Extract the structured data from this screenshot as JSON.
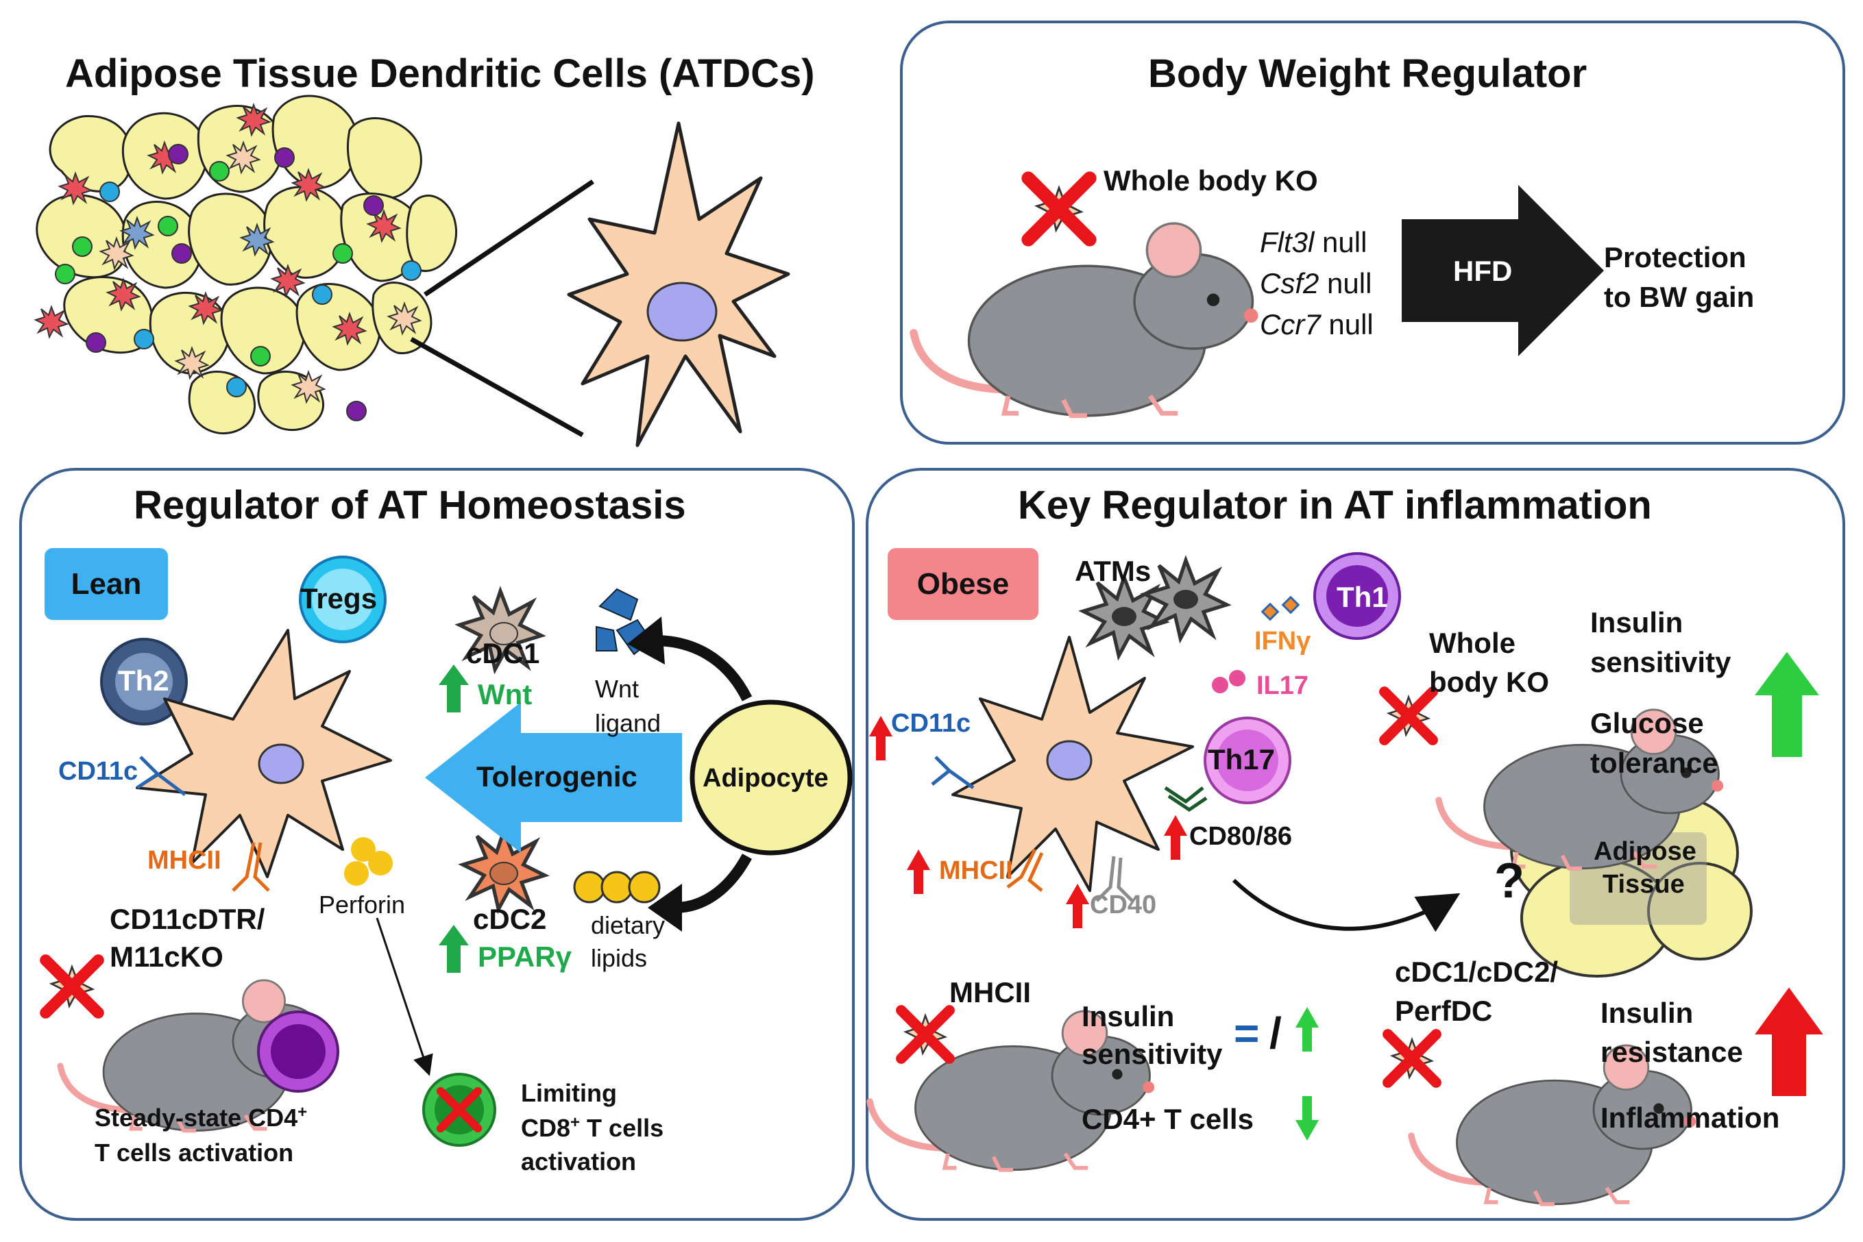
{
  "colors": {
    "dc_fill": "#fbd2ae",
    "adipocyte_fill": "#f6f2a3",
    "panel_border": "#3b5f8f",
    "green": "#1fa94a",
    "red": "#e8151b",
    "blue_label": "#1f5fb0",
    "orange_label": "#e36b18",
    "pink_label": "#e84d97",
    "gray_label": "#8c8c8c",
    "lean_badge": "#3fb1f0",
    "obese_badge": "#f4858a",
    "tolerogenic_arrow": "#3fb1f0"
  },
  "titles": {
    "atdc": "Adipose Tissue Dendritic Cells (ATDCs)",
    "body_weight": "Body Weight Regulator",
    "homeostasis": "Regulator of AT Homeostasis",
    "inflammation": "Key Regulator in AT inflammation"
  },
  "body_weight": {
    "whole_body_ko": "Whole body KO",
    "genes": [
      {
        "name": "Flt3l",
        "suffix": " null"
      },
      {
        "name": "Csf2",
        "suffix": " null"
      },
      {
        "name": "Ccr7",
        "suffix": " null"
      }
    ],
    "hfd": "HFD",
    "outcome_line1": "Protection",
    "outcome_line2": "to BW gain"
  },
  "homeostasis": {
    "badge": "Lean",
    "tregs": "Tregs",
    "th2": "Th2",
    "cdc1": "cDC1",
    "wnt": "Wnt",
    "wnt_ligand_1": "Wnt",
    "wnt_ligand_2": "ligand",
    "tolerogenic": "Tolerogenic",
    "adipocyte": "Adipocyte",
    "cd11c": "CD11c",
    "mhcii": "MHCII",
    "perforin": "Perforin",
    "cdc2": "cDC2",
    "ppar": "PPARγ",
    "dietary_1": "dietary",
    "dietary_2": "lipids",
    "model_1": "CD11cDTR/",
    "model_2": "M11cKO",
    "steady_1": "Steady-state CD4",
    "steady_sup": "+",
    "steady_2": "T cells activation",
    "limit_1": "Limiting",
    "limit_2a": "CD8",
    "limit_sup": "+",
    "limit_2b": " T cells",
    "limit_3": "activation"
  },
  "inflammation": {
    "badge": "Obese",
    "atms": "ATMs",
    "th1": "Th1",
    "ifn": "IFNγ",
    "il17": "IL17",
    "th17": "Th17",
    "cd11c": "CD11c",
    "mhcii": "MHCII",
    "cd40": "CD40",
    "cd80": "CD80/86",
    "whole_1": "Whole",
    "whole_2": "body KO",
    "ins_sens_1": "Insulin",
    "ins_sens_2": "sensitivity",
    "glucose_1": "Glucose",
    "glucose_2": "tolerance",
    "question": "?",
    "adipose_1": "Adipose",
    "adipose_2": "Tissue",
    "mhcii_ko": "MHCII",
    "ins2_1": "Insulin",
    "ins2_2": "sensitivity",
    "equals": "=",
    "slash": "/",
    "cd4": "CD4+ T cells",
    "cdc_ko_1": "cDC1/cDC2/",
    "cdc_ko_2": "PerfDC",
    "ins_res_1": "Insulin",
    "ins_res_2": "resistance",
    "inflam": "Inflammation"
  }
}
